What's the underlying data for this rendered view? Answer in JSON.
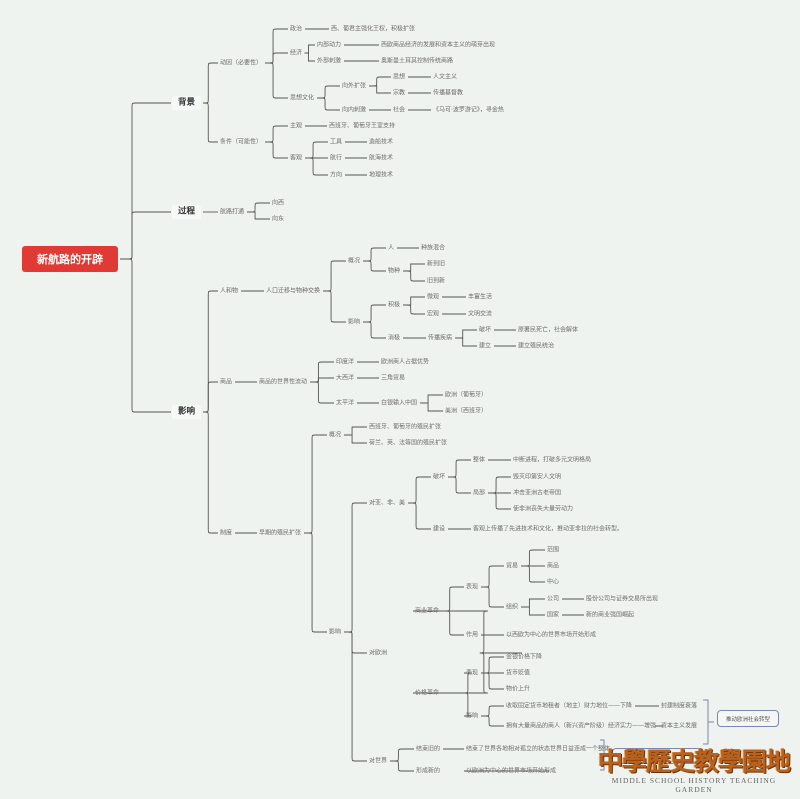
{
  "root": "新航路的开辟",
  "summary": "推动欧洲社会转型",
  "watermark": {
    "cn": "中學歷史教學園地",
    "en": "MIDDLE SCHOOL HISTORY TEACHING GARDEN"
  },
  "colors": {
    "root": "#e03a34",
    "line": "#555555",
    "background": "#eff3f0"
  },
  "tree": [
    {
      "label": "背景",
      "children": [
        {
          "label": "动因（必要性）",
          "children": [
            {
              "label": "政治",
              "children": [
                {
                  "label": "西、葡君主强化王权，积极扩张"
                }
              ]
            },
            {
              "label": "经济",
              "children": [
                {
                  "label": "内部动力",
                  "children": [
                    {
                      "label": "西欧商品经济的发展和资本主义的萌芽出现"
                    }
                  ]
                },
                {
                  "label": "外部刺激",
                  "children": [
                    {
                      "label": "奥斯曼土耳其控制传统商路"
                    }
                  ]
                }
              ]
            },
            {
              "label": "思想文化",
              "children": [
                {
                  "label": "向外扩张",
                  "children": [
                    {
                      "label": "思想",
                      "children": [
                        {
                          "label": "人文主义"
                        }
                      ]
                    },
                    {
                      "label": "宗教",
                      "children": [
                        {
                          "label": "传播基督教"
                        }
                      ]
                    }
                  ]
                },
                {
                  "label": "向内刺激",
                  "children": [
                    {
                      "label": "社会",
                      "children": [
                        {
                          "label": "《马可·波罗游记》，寻金热"
                        }
                      ]
                    }
                  ]
                }
              ]
            }
          ]
        },
        {
          "label": "条件（可能性）",
          "children": [
            {
              "label": "主观",
              "children": [
                {
                  "label": "西班牙、葡萄牙王室支持"
                }
              ]
            },
            {
              "label": "客观",
              "children": [
                {
                  "label": "工具",
                  "children": [
                    {
                      "label": "造船技术"
                    }
                  ]
                },
                {
                  "label": "航行",
                  "children": [
                    {
                      "label": "航海技术"
                    }
                  ]
                },
                {
                  "label": "方向",
                  "children": [
                    {
                      "label": "地理技术"
                    }
                  ]
                }
              ]
            }
          ]
        }
      ]
    },
    {
      "label": "过程",
      "children": [
        {
          "label": "航路打通",
          "children": [
            {
              "label": "向西"
            },
            {
              "label": "向东"
            }
          ]
        }
      ]
    },
    {
      "label": "影响",
      "children": [
        {
          "label": "人和物",
          "children": [
            {
              "label": "人口迁移与物种交换",
              "children": [
                {
                  "label": "概况",
                  "children": [
                    {
                      "label": "人",
                      "children": [
                        {
                          "label": "种族混合"
                        }
                      ]
                    },
                    {
                      "label": "物种",
                      "children": [
                        {
                          "label": "新到旧"
                        },
                        {
                          "label": "旧到新"
                        }
                      ]
                    }
                  ]
                },
                {
                  "label": "影响",
                  "children": [
                    {
                      "label": "积极",
                      "children": [
                        {
                          "label": "微观",
                          "children": [
                            {
                              "label": "丰富生活"
                            }
                          ]
                        },
                        {
                          "label": "宏观",
                          "children": [
                            {
                              "label": "文明交流"
                            }
                          ]
                        }
                      ]
                    },
                    {
                      "label": "消极",
                      "children": [
                        {
                          "label": "传播疾病",
                          "children": [
                            {
                              "label": "破坏",
                              "children": [
                                {
                                  "label": "原著民死亡，社会解体"
                                }
                              ]
                            },
                            {
                              "label": "建立",
                              "children": [
                                {
                                  "label": "建立殖民统治"
                                }
                              ]
                            }
                          ]
                        }
                      ]
                    }
                  ]
                }
              ]
            }
          ]
        },
        {
          "label": "商品",
          "children": [
            {
              "label": "商品的世界性流动",
              "children": [
                {
                  "label": "印度洋",
                  "children": [
                    {
                      "label": "欧洲商人占据优势"
                    }
                  ]
                },
                {
                  "label": "大西洋",
                  "children": [
                    {
                      "label": "三角贸易"
                    }
                  ]
                },
                {
                  "label": "太平洋",
                  "children": [
                    {
                      "label": "白银输入中国",
                      "children": [
                        {
                          "label": "欧洲（葡萄牙）"
                        },
                        {
                          "label": "美洲（西班牙）"
                        }
                      ]
                    }
                  ]
                }
              ]
            }
          ]
        },
        {
          "label": "制度",
          "children": [
            {
              "label": "早期的殖民扩张",
              "children": [
                {
                  "label": "概况",
                  "children": [
                    {
                      "label": "西班牙、葡萄牙的殖民扩张"
                    },
                    {
                      "label": "荷兰、英、法等国的殖民扩张"
                    }
                  ]
                },
                {
                  "label": "影响",
                  "children": [
                    {
                      "label": "对亚、非、美",
                      "children": [
                        {
                          "label": "破坏",
                          "children": [
                            {
                              "label": "整体",
                              "children": [
                                {
                                  "label": "中断进程，打破多元文明格局"
                                }
                              ]
                            },
                            {
                              "label": "局部",
                              "children": [
                                {
                                  "label": "毁灭印第安人文明"
                                },
                                {
                                  "label": "冲击亚洲古老帝国"
                                },
                                {
                                  "label": "使非洲丧失大量劳动力"
                                }
                              ]
                            }
                          ]
                        },
                        {
                          "label": "建设",
                          "children": [
                            {
                              "label": "客观上传播了先进技术和文化，推动亚非拉的社会转型。"
                            }
                          ]
                        }
                      ]
                    },
                    {
                      "label": "对欧洲",
                      "children": [
                        {
                          "label": "商业革命",
                          "children": [
                            {
                              "label": "表现",
                              "children": [
                                {
                                  "label": "贸易",
                                  "children": [
                                    {
                                      "label": "范围"
                                    },
                                    {
                                      "label": "商品"
                                    },
                                    {
                                      "label": "中心"
                                    }
                                  ]
                                },
                                {
                                  "label": "组织",
                                  "children": [
                                    {
                                      "label": "公司",
                                      "children": [
                                        {
                                          "label": "股份公司与证券交易所出现"
                                        }
                                      ]
                                    },
                                    {
                                      "label": "国家",
                                      "children": [
                                        {
                                          "label": "新的商业强国崛起"
                                        }
                                      ]
                                    }
                                  ]
                                }
                              ]
                            },
                            {
                              "label": "作用",
                              "children": [
                                {
                                  "label": "以西欧为中心的世界市场开始形成"
                                }
                              ]
                            }
                          ]
                        },
                        {
                          "label": "价格革命",
                          "children": [
                            {
                              "label": "表现",
                              "children": [
                                {
                                  "label": "金银价格下降"
                                },
                                {
                                  "label": "货币贬值"
                                },
                                {
                                  "label": "物价上升"
                                }
                              ]
                            },
                            {
                              "label": "影响",
                              "children": [
                                {
                                  "label": "收取固定货币地租者（地主）财力地位——下降",
                                  "children": [
                                    {
                                      "label": "封建制度衰落"
                                    }
                                  ]
                                },
                                {
                                  "label": "拥有大量商品的商人（新兴资产阶级）经济实力——增强",
                                  "children": [
                                    {
                                      "label": "资本主义发展"
                                    }
                                  ]
                                }
                              ]
                            }
                          ]
                        }
                      ]
                    },
                    {
                      "label": "对世界",
                      "children": [
                        {
                          "label": "结束旧的",
                          "children": [
                            {
                              "label": "结束了世界各地相对孤立的状态世界日益连成一个整体"
                            }
                          ]
                        },
                        {
                          "label": "形成新的",
                          "children": [
                            {
                              "label": "以欧洲为中心的世界市场开始形成"
                            }
                          ]
                        }
                      ]
                    }
                  ]
                }
              ]
            }
          ]
        }
      ]
    }
  ]
}
